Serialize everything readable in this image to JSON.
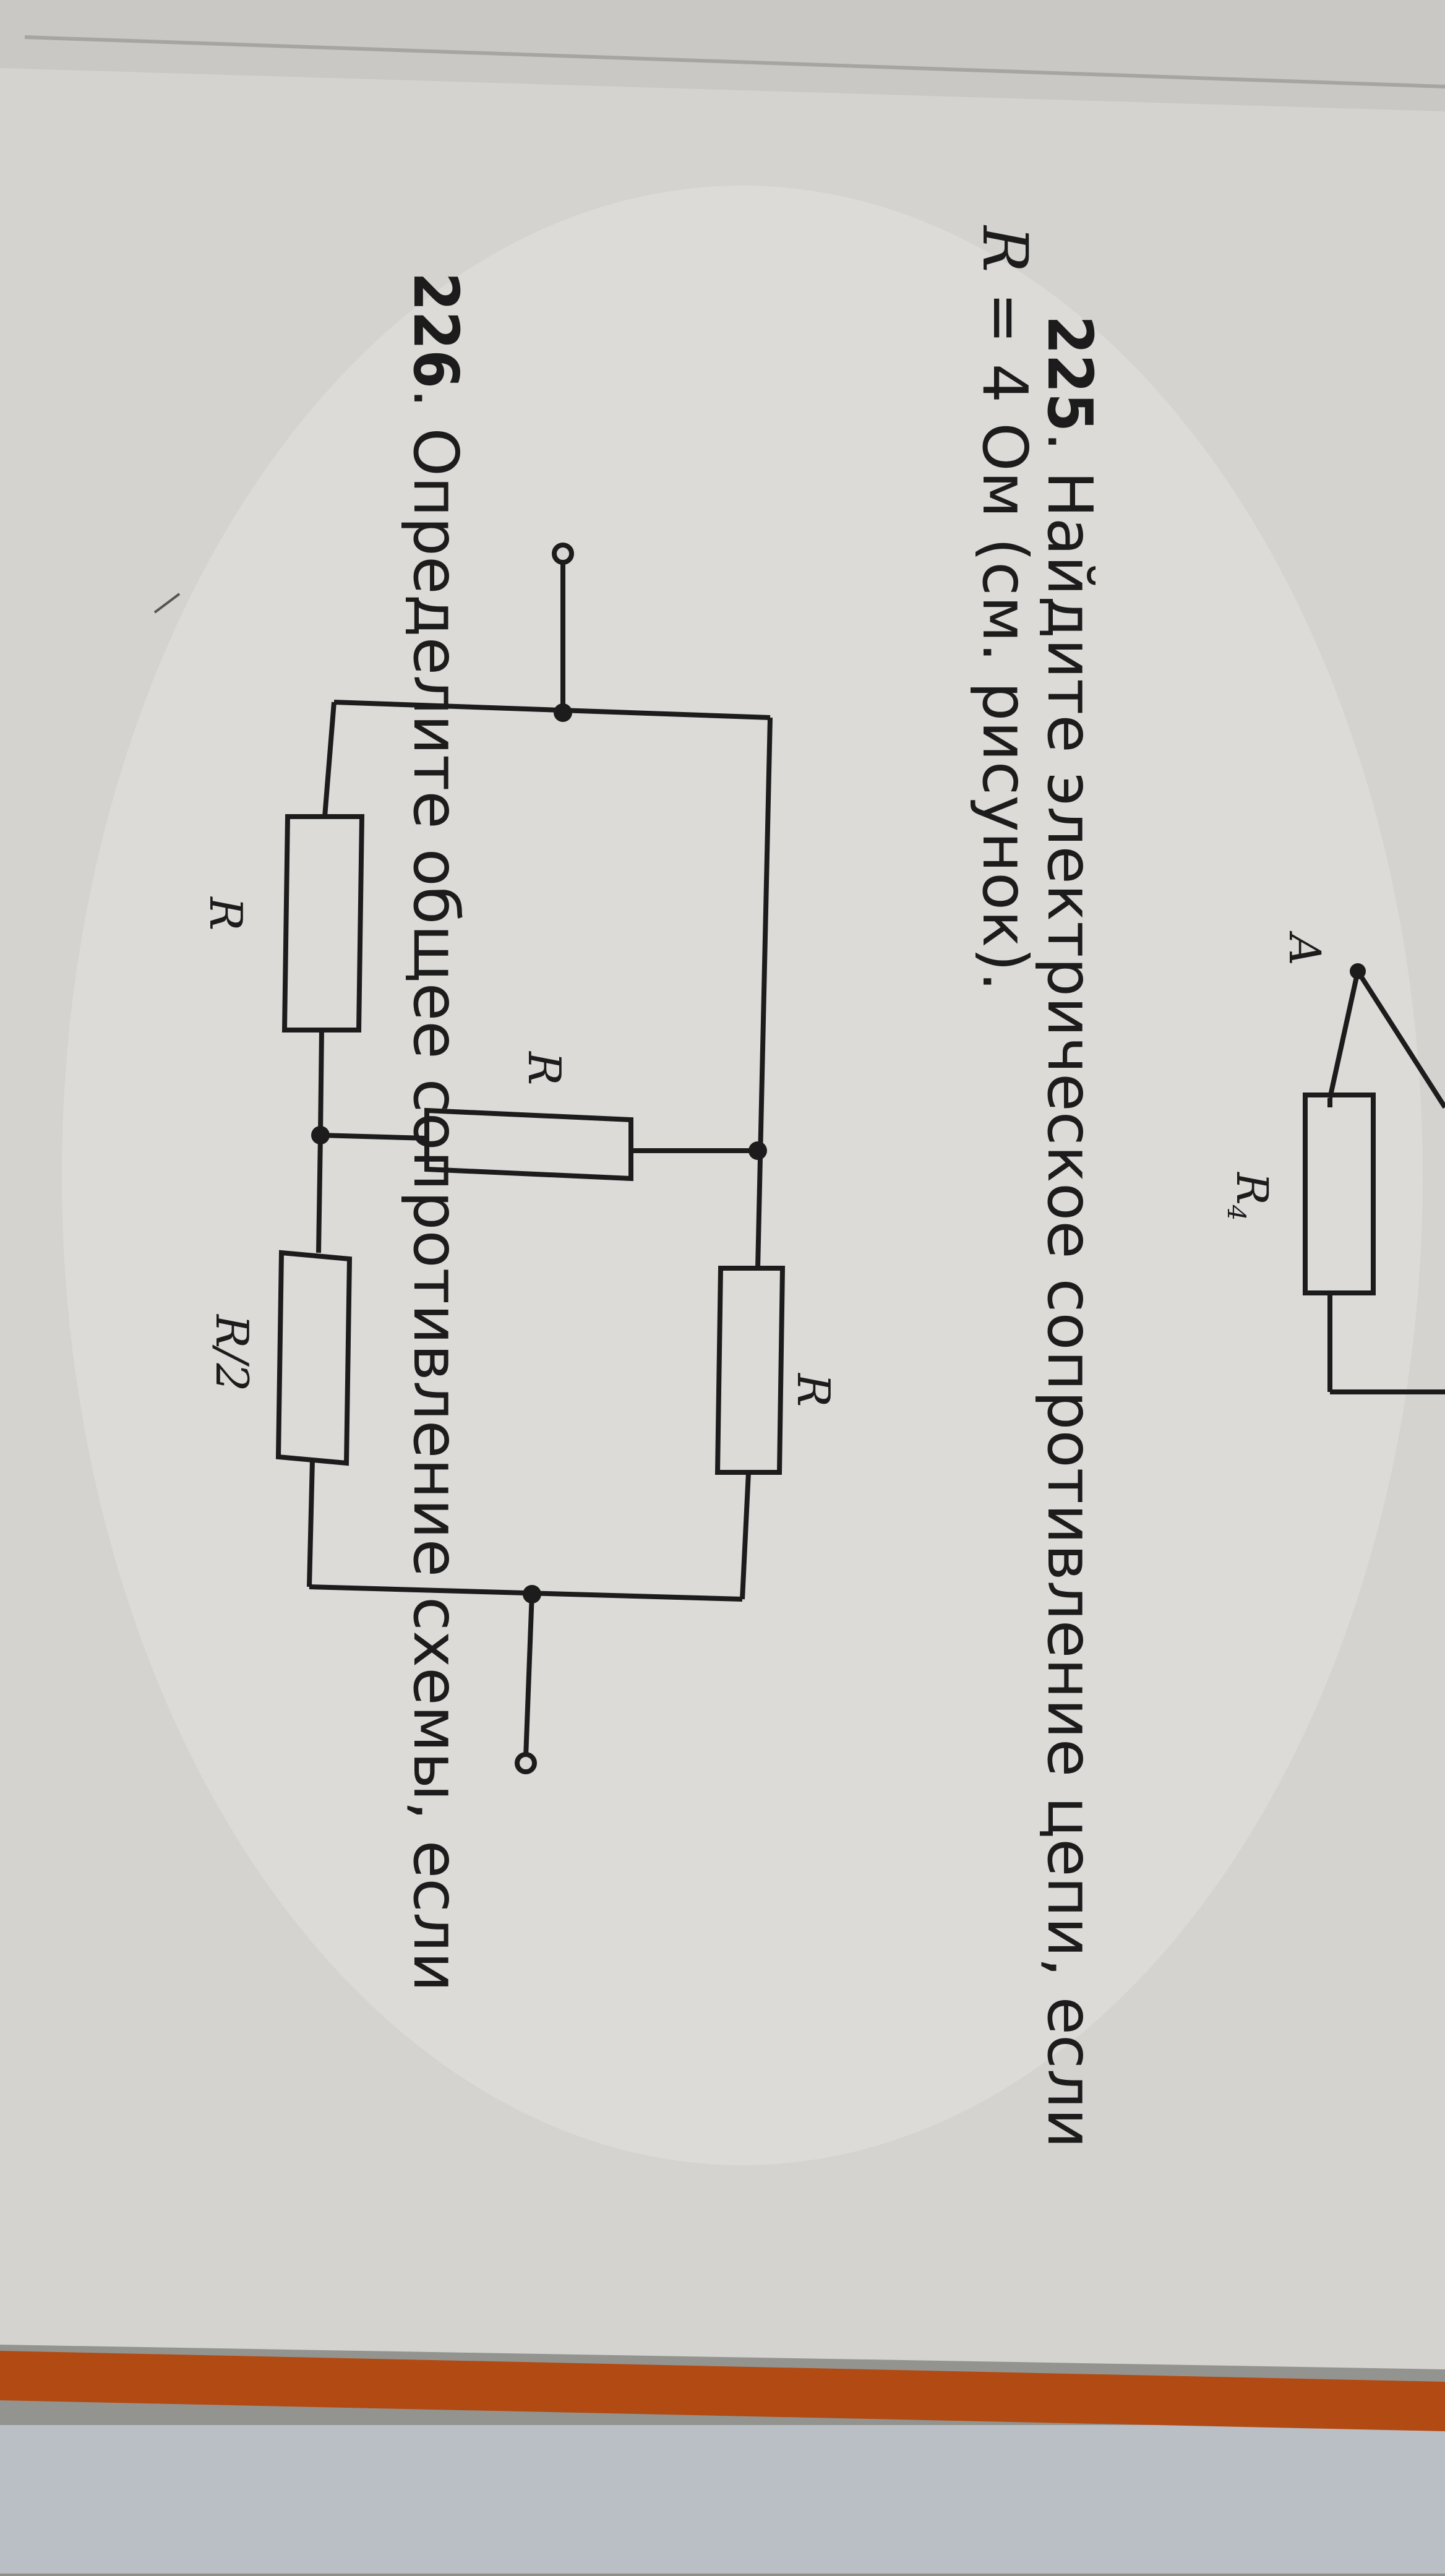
{
  "problem_225": {
    "number": "225",
    "text_line1": ". Найдите электрическое сопротивление цепи, если",
    "text_line2_var": "R",
    "text_line2_rest": " = 4 Ом (см. рисунок)."
  },
  "circuit": {
    "labels": {
      "r_top_left": "R",
      "r_middle": "R",
      "r_bottom_left": "R/2",
      "r_right": "R"
    }
  },
  "previous_figure": {
    "node_label": "A",
    "resistor_label_main": "R",
    "resistor_label_sub": "4"
  },
  "problem_226": {
    "number": "226",
    "text": ". Определите общее сопротивление схемы, если"
  }
}
